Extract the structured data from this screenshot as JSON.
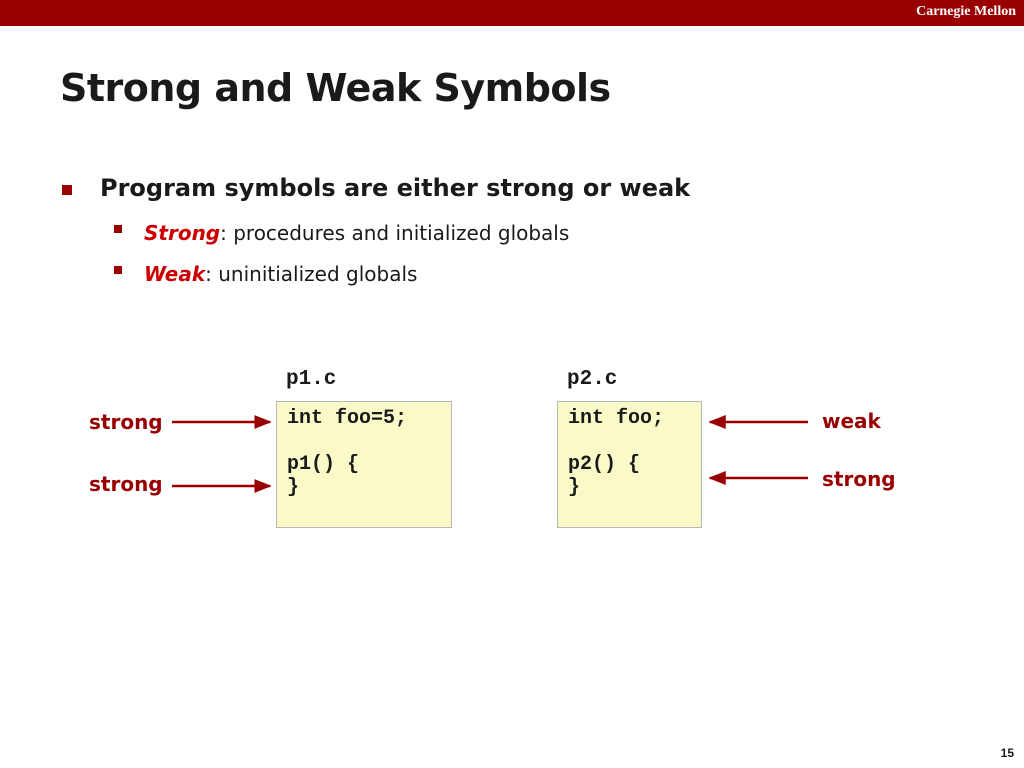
{
  "header": {
    "brand": "Carnegie Mellon",
    "bar_color": "#990000"
  },
  "slide": {
    "title": "Strong and Weak Symbols",
    "bullet": "Program symbols are either strong or weak",
    "subbullets": [
      {
        "term": "Strong",
        "text": ": procedures and initialized globals"
      },
      {
        "term": "Weak",
        "text": ": uninitialized globals"
      }
    ]
  },
  "files": [
    {
      "name": "p1.c",
      "code": [
        "int foo=5;",
        "",
        "p1() {",
        "}"
      ],
      "annotations": [
        "strong",
        "strong"
      ]
    },
    {
      "name": "p2.c",
      "code": [
        "int foo;",
        "",
        "p2() {",
        "}"
      ],
      "annotations": [
        "weak",
        "strong"
      ]
    }
  ],
  "footer": {
    "page_number": "15"
  },
  "colors": {
    "accent": "#990000",
    "term": "#cc0000",
    "code_bg": "#fafac8"
  }
}
